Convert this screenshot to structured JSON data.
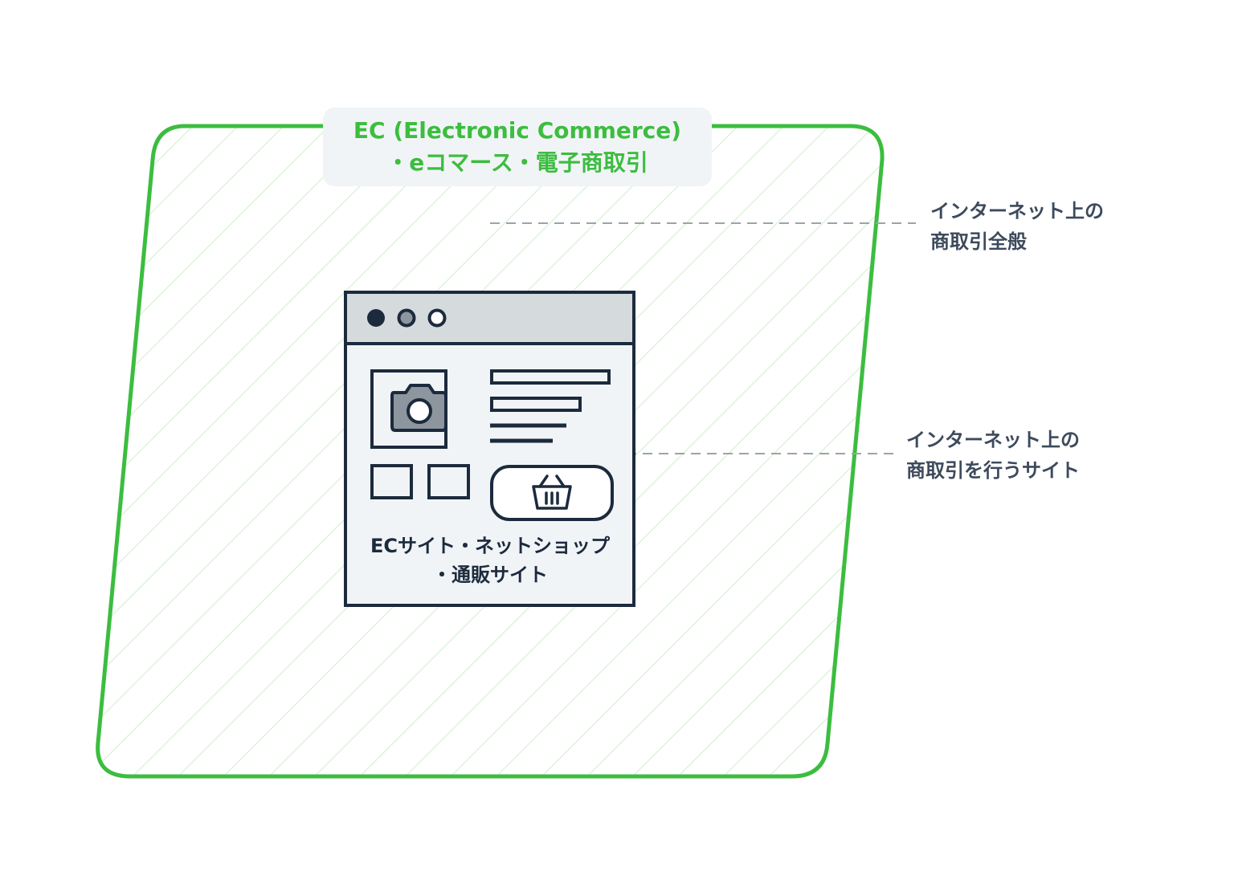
{
  "ec_region": {
    "title_line1": "EC (Electronic Commerce)",
    "title_line2": "・eコマース・電子商取引",
    "color": "#3cbd3f",
    "hatch_color": "#d6f2d2"
  },
  "annotations": [
    {
      "line1": "インターネット上の",
      "line2": "商取引全般"
    },
    {
      "line1": "インターネット上の",
      "line2": "商取引を行うサイト"
    }
  ],
  "site_window": {
    "label_line1": "ECサイト・ネットショップ",
    "label_line2": "・通販サイト",
    "icons": [
      "camera-icon",
      "shopping-basket-icon"
    ]
  },
  "colors": {
    "dark": "#1c2a3d",
    "text": "#3d4a5c",
    "window_bg": "#f1f4f6",
    "titlebar": "#d5dadd",
    "dash": "#9ba3ab"
  }
}
